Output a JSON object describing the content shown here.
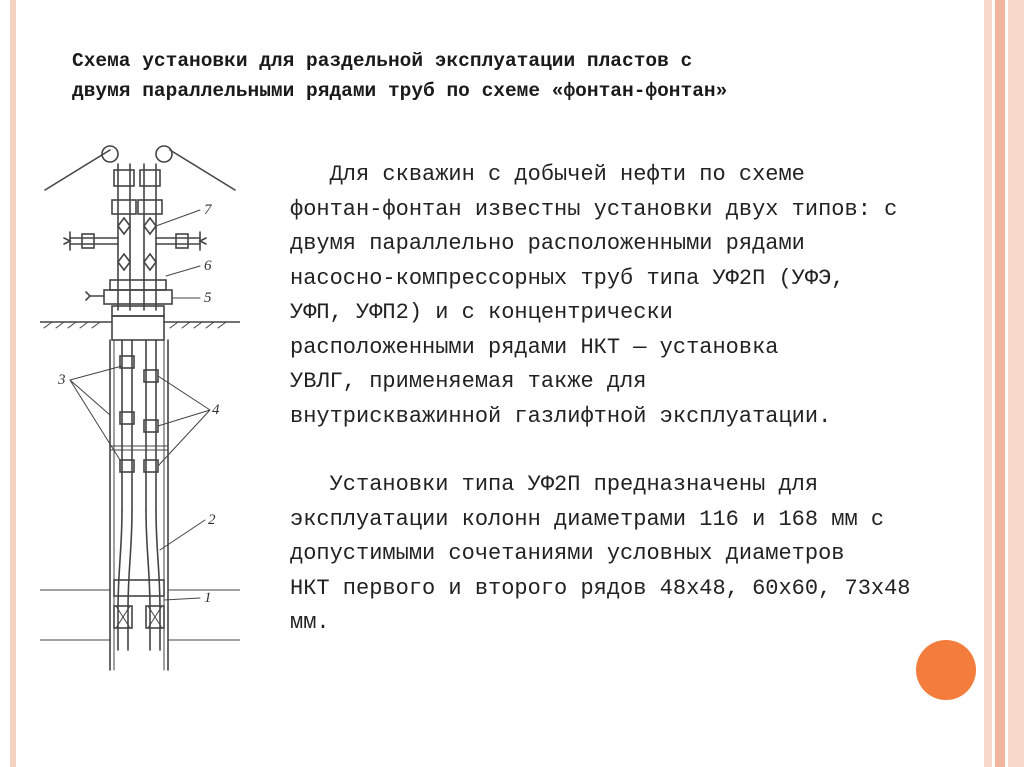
{
  "title": {
    "lines": [
      "Схема установки для раздельной эксплуатации пластов с",
      "двумя параллельными рядами труб по схеме «фонтан-фонтан»"
    ]
  },
  "paragraph1": {
    "lines": [
      "   Для скважин с добычей нефти по схеме",
      "фонтан-фонтан известны установки двух типов: с",
      "двумя параллельно расположенными рядами",
      "насосно-компрессорных труб типа УФ2П (УФЭ,",
      "УФП, УФП2) и с концентрически",
      "расположенными рядами НКТ — установка",
      "УВЛГ, применяемая также для",
      "внутрискважинной газлифтной эксплуатации."
    ]
  },
  "paragraph2": {
    "lines": [
      "   Установки типа УФ2П предназначены для",
      "эксплуатации колонн диаметрами 116 и 168 мм с",
      "допустимыми сочетаниями условных диаметров",
      "НКТ первого и второго рядов 48х48, 60х60, 73х48",
      "мм."
    ]
  },
  "diagram": {
    "callouts": [
      "7",
      "6",
      "5",
      "3",
      "4",
      "2",
      "1"
    ]
  },
  "colors": {
    "accent": "#f47c3c",
    "stripe_light": "#f6d9cb",
    "stripe_mid": "#f0b79e",
    "line": "#444444"
  }
}
